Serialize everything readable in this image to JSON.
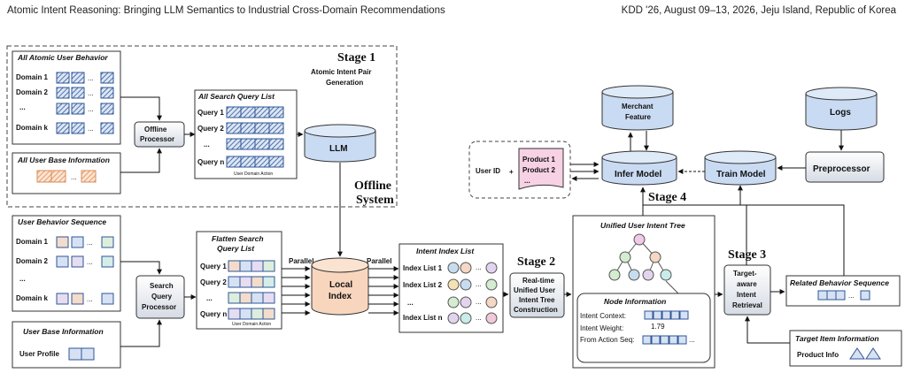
{
  "header": {
    "left": "Atomic Intent Reasoning: Bringing LLM Semantics to Industrial Cross-Domain Recommendations",
    "right": "KDD '26, August 09–13, 2026, Jeju Island, Republic of Korea"
  },
  "stage1": {
    "title": "Stage 1",
    "subtitle_1": "Atomic Intent Pair",
    "subtitle_2": "Generation"
  },
  "atomic_behavior": {
    "title": "All Atomic User Behavior",
    "rows": [
      "Domain 1",
      "Domain 2",
      "...",
      "Domain k"
    ]
  },
  "base_info_all": {
    "title": "All User Base Information"
  },
  "offline_processor": {
    "line1": "Offline",
    "line2": "Processor"
  },
  "search_query_all": {
    "title": "All Search Query List",
    "rows": [
      "Query 1",
      "Query 2",
      "...",
      "Query n"
    ],
    "footer": "User  Domain Action"
  },
  "llm": {
    "label": "LLM"
  },
  "offline_system": {
    "line1": "Offline",
    "line2": "System"
  },
  "behavior_seq": {
    "title": "User Behavior Sequence",
    "rows": [
      "Domain 1",
      "Domain 2",
      "...",
      "Domain k"
    ]
  },
  "base_info": {
    "title": "User Base Information",
    "profile": "User Profile"
  },
  "search_query_processor": {
    "line1": "Search",
    "line2": "Query",
    "line3": "Processor"
  },
  "flatten": {
    "title1": "Flatten Search",
    "title2": "Query List",
    "rows": [
      "Query 1",
      "Query 2",
      "...",
      "Query n"
    ],
    "footer": "User  Domain Action"
  },
  "parallel": {
    "left": "Parallel",
    "right": "Parallel"
  },
  "local_index": {
    "line1": "Local",
    "line2": "Index"
  },
  "intent_index": {
    "title": "Intent Index List",
    "rows": [
      "Index List 1",
      "Index List 2",
      "...",
      "Index List n"
    ]
  },
  "stage2": {
    "title": "Stage 2",
    "line1": "Real-time",
    "line2": "Unified User",
    "line3": "Intent Tree",
    "line4": "Construction"
  },
  "tree": {
    "title": "Unified User Intent Tree"
  },
  "node_info": {
    "title": "Node Information",
    "context": "Intent Context:",
    "weight": "Intent Weight:",
    "weight_value": "1.79",
    "action": "From Action Seq:"
  },
  "stage3": {
    "title": "Stage 3",
    "line1": "Target-",
    "line2": "aware",
    "line3": "Intent",
    "line4": "Retrieval"
  },
  "related_seq": {
    "title": "Related Behavior Sequence"
  },
  "target_item": {
    "title": "Target Item Information",
    "product": "Product Info"
  },
  "stage4": {
    "title": "Stage 4"
  },
  "user_input": {
    "user_id": "User ID",
    "plus": "+",
    "products": [
      "Product 1",
      "Product 2",
      "..."
    ]
  },
  "merchant_feature": {
    "line1": "Merchant",
    "line2": "Feature"
  },
  "logs": {
    "label": "Logs"
  },
  "infer_model": {
    "label": "Infer Model"
  },
  "train_model": {
    "label": "Train Model"
  },
  "preprocessor": {
    "label": "Preprocessor"
  },
  "colors": {
    "db_blue": "#c9dbf2",
    "db_orange": "#f8d6bd",
    "node_gray": "#dde3ec",
    "hatch": "#2f5597",
    "dashed": "#444444"
  }
}
